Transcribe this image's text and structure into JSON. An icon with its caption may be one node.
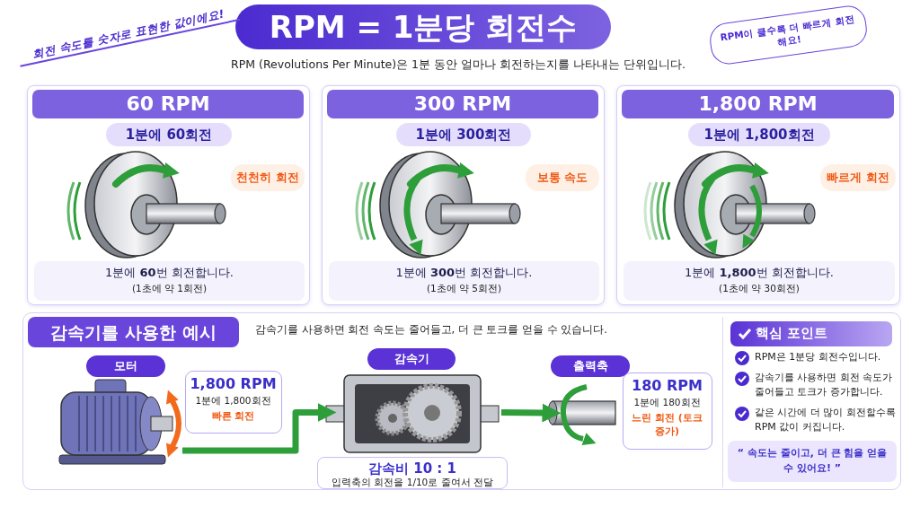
{
  "diagram": {
    "title": "RPM = 1분당 회전수",
    "nodes": [
      {
        "text": [
          "60 RPM"
        ]
      },
      {
        "text": [
          "1분에 60회전"
        ],
        "in": 0
      },
      {
        "text": [],
        "shape": "picture",
        "in": 0
      },
      {
        "text": [
          "천천히 회전"
        ],
        "in": 0
      },
      {
        "text": [
          "1분에 **60**번 회전합니다.",
          "(1초에 약 1회전)"
        ],
        "in": 0
      },
      {
        "text": [
          "300 RPM"
        ]
      },
      {
        "text": [
          "1분에 300회전"
        ],
        "in": 5
      },
      {
        "text": [],
        "shape": "picture",
        "in": 5
      },
      {
        "text": [
          "보통 속도"
        ],
        "in": 5
      },
      {
        "text": [
          "1분에 **300**번 회전합니다.",
          "(1초에 약 5회전)"
        ],
        "in": 5
      },
      {
        "text": [
          "1,800 RPM"
        ]
      },
      {
        "text": [
          "1분에 1,800회전"
        ],
        "in": 10
      },
      {
        "text": [],
        "shape": "picture",
        "in": 10
      },
      {
        "text": [
          "빠르게 회전"
        ],
        "in": 10
      },
      {
        "text": [
          "1분에 **1,800**번 회전합니다.",
          "(1초에 약 30회전)"
        ],
        "in": 10
      },
      {
        "text": [
          "감속기를 사용한 예시",
          "감속기를 사용하면 회전 속도는 줄어들고, 더 큰 토크를 얻을 수 있습니다."
        ]
      },
      {
        "text": [
          "모터"
        ],
        "in": 15
      },
      {
        "text": [],
        "shape": "picture",
        "in": 15
      },
      {
        "text": [
          "1,800 RPM",
          "1분에 1,800회전",
          "빠른 회전"
        ],
        "in": 15
      },
      {
        "text": [
          "감속기"
        ],
        "in": 15
      },
      {
        "text": [],
        "shape": "picture",
        "in": 15
      },
      {
        "text": [
          "감속비 10 : 1",
          "입력축의 회전을 1/10로 줄여서 전달"
        ],
        "in": 15
      },
      {
        "text": [
          "출력축"
        ],
        "in": 15
      },
      {
        "text": [],
        "shape": "picture",
        "in": 15
      },
      {
        "text": [
          "180 RPM",
          "1분에 180회전",
          "느린 회전 (토크 증가)"
        ],
        "in": 15
      },
      {
        "text": [
          "핵심 포인트"
        ],
        "in": 15
      },
      {
        "text": [
          "RPM은 1분당 회전수입니다."
        ],
        "in": 25
      },
      {
        "text": [
          "감속기를 사용하면 회전 속도가 줄어들고 토크가 증가합니다."
        ],
        "in": 25
      },
      {
        "text": [
          "같은 시간에 더 많이 회전할수록 RPM 값이 커집니다."
        ],
        "in": 25
      },
      {
        "text": [
          "“ 속도는 줄이고, 더 큰 힘을 얻을 수 있어요! ”"
        ],
        "in": 25
      }
    ],
    "edges": [
      {
        "from": 17,
        "to": 20,
        "arrow": "to"
      },
      {
        "from": 20,
        "to": 23,
        "arrow": "to"
      }
    ],
    "labels": [
      "회전 속도를 숫자로 표현한 값이에요!",
      "RPM (Revolutions Per Minute)은 1분 동안 얼마나 회전하는지를 나타내는 단위입니다.",
      "RPM이 클수록 더 빠르게 회전해요!"
    ]
  }
}
